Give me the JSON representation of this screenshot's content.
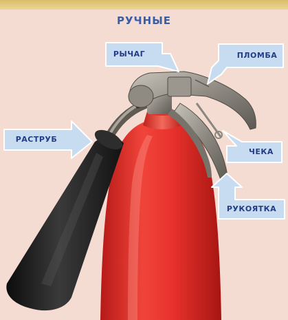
{
  "title": "РУЧНЫЕ",
  "labels": {
    "lever": "РЫЧАГ",
    "seal": "ПЛОМБА",
    "horn": "РАСТРУБ",
    "pin": "ЧЕКА",
    "handle": "РУКОЯТКА"
  },
  "colors": {
    "background": "#f5dcd2",
    "top_band": "#e3c97c",
    "callout_fill": "#c8dcf1",
    "callout_text": "#233c86",
    "title_text": "#3a5da4",
    "cylinder_red": "#e8312c",
    "horn_black": "#1e1e1e",
    "valve_metal": "#8e8a82"
  }
}
